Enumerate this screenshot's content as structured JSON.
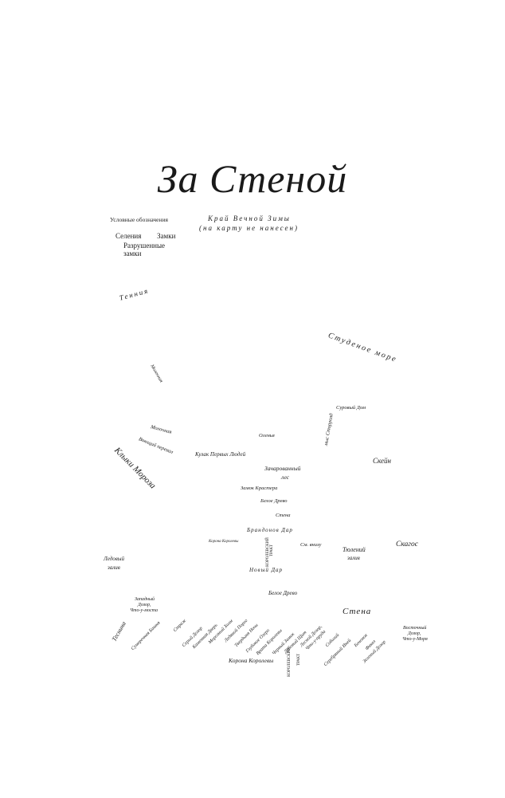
{
  "title": "За Стеной",
  "legend": {
    "heading": "Условные обозначения",
    "settlements": "Селения",
    "castles": "Замки",
    "ruined_castles": "Разрушенные",
    "ruined_castles_2": "замки"
  },
  "note": {
    "line1": "Край Вечной Зимы",
    "line2": "(на карту не нанесен)"
  },
  "labels": {
    "tennia": "Тенния",
    "shivering_sea": "Студеное море",
    "milkwater_north": "Молочная",
    "harsh_home": "Суровый Дом",
    "milkwater": "Молочная",
    "howling_pass": "Воющий перевал",
    "frostfangs": "Клыки Мороза",
    "olenya": "Оленья",
    "fist": "Кулак Первых Людей",
    "storrolds_point": "мыс Сторролд",
    "skane": "Скейн",
    "haunted_forest_1": "Зачарованный",
    "haunted_forest_2": "лес",
    "crasters_keep": "Замок Крастера",
    "whitetree_1": "Белое Древо",
    "wall_1": "Стена",
    "brandons_gift": "Брандонов Дар",
    "queens_crown_1": "Корона Королевы",
    "kingsroad_1a": "КОРОЛЕВСКИЙ",
    "kingsroad_1b": "ТРАКТ",
    "see_below": "См. внизу",
    "seal_bay_1": "Тюлений",
    "seal_bay_2": "залив",
    "skagos": "Скагос",
    "bay_of_ice_1": "Ледовый",
    "bay_of_ice_2": "залив",
    "new_gift": "Новый Дар",
    "whitetree_2": "Белое Древо",
    "westwatch_1": "Западный",
    "westwatch_2": "Дозор,",
    "westwatch_3": "Что-у-моста",
    "wall_2": "Стена",
    "gorge": "Теснина",
    "shadow_tower": "Сумеречная Башня",
    "sentinel": "Страж",
    "greyguard": "Серый Дозор",
    "stonedoor": "Каменная Дверь",
    "hoarfrost_hill": "Морозный Холм",
    "icemark": "Ледяной Порог",
    "nightfort": "Твердыня Ночи",
    "deep_lake": "Глубокое Озеро",
    "queensgate": "Врата Королевы",
    "castle_black": "Черный Замок",
    "oakenshield": "Дубовый Щит",
    "woodswatch_1": "Лесной Дозор,",
    "woodswatch_2": "Что-у-пруда",
    "sable_hall": "Соболий",
    "rimegate": "Серебряный Иней",
    "long_barrow": "Бочонок",
    "torches": "Факел",
    "greenguard": "Зеленый Дозор",
    "eastwatch_1": "Восточный",
    "eastwatch_2": "Дозор,",
    "eastwatch_3": "Что-у-Моря",
    "queens_crown_2": "Корона Королевы",
    "kingsroad_2a": "КОРОЛЕВСКИЙ",
    "kingsroad_2b": "ТРАКТ"
  }
}
